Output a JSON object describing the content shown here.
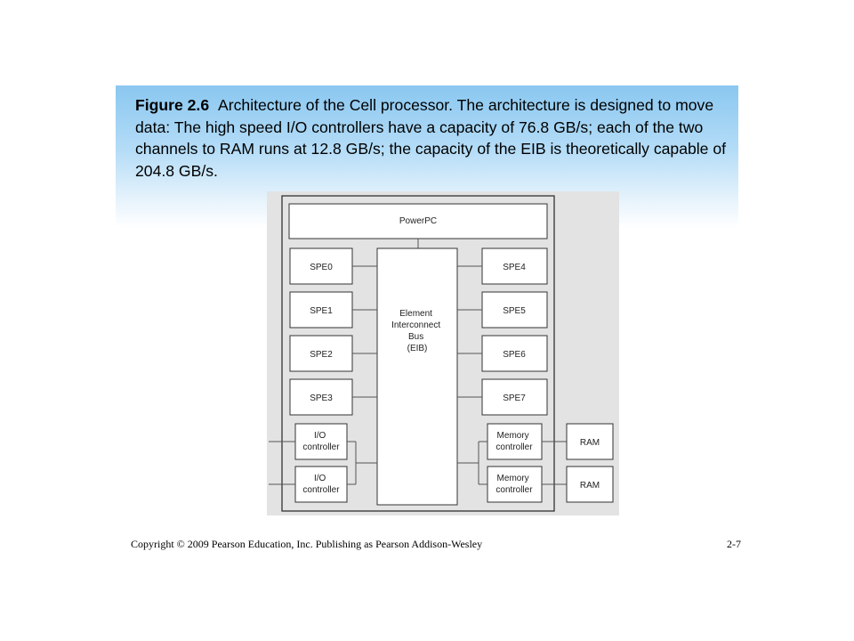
{
  "slide": {
    "figure_label": "Figure 2.6",
    "caption": "Architecture of the Cell processor. The architecture is designed to move data: The high speed I/O controllers have a capacity of 76.8 GB/s; each of the two channels to RAM runs at 12.8 GB/s; the capacity of the EIB is theoretically capable of 204.8 GB/s.",
    "copyright": "Copyright © 2009 Pearson Education, Inc. Publishing as Pearson Addison-Wesley",
    "slide_number": "2-7"
  },
  "diagram": {
    "powerpc": "PowerPC",
    "eib": [
      "Element",
      "Interconnect",
      "Bus",
      "(EIB)"
    ],
    "spe_left": [
      "SPE0",
      "SPE1",
      "SPE2",
      "SPE3"
    ],
    "spe_right": [
      "SPE4",
      "SPE5",
      "SPE6",
      "SPE7"
    ],
    "io_controllers": [
      [
        "I/O",
        "controller"
      ],
      [
        "I/O",
        "controller"
      ]
    ],
    "memory_controllers": [
      [
        "Memory",
        "controller"
      ],
      [
        "Memory",
        "controller"
      ]
    ],
    "ram": [
      "RAM",
      "RAM"
    ],
    "colors": {
      "panel": "#e3e3e3",
      "box": "#ffffff",
      "stroke": "#333333",
      "line": "#555555"
    }
  }
}
